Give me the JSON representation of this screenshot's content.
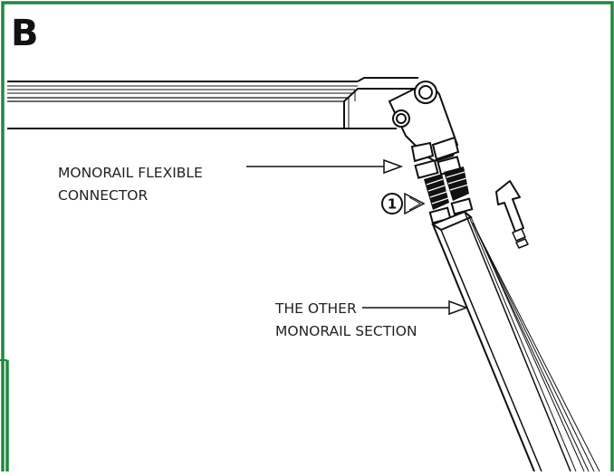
{
  "panel": {
    "letter": "B",
    "border_color": "#1e8a3c"
  },
  "callouts": {
    "connector_label_line1": "MONORAIL FLEXIBLE",
    "connector_label_line2": "CONNECTOR",
    "step_number": "1",
    "section_label_line1": "THE OTHER",
    "section_label_line2": "MONORAIL SECTION"
  },
  "icons": {
    "direction": "push-up-arrow-icon"
  }
}
